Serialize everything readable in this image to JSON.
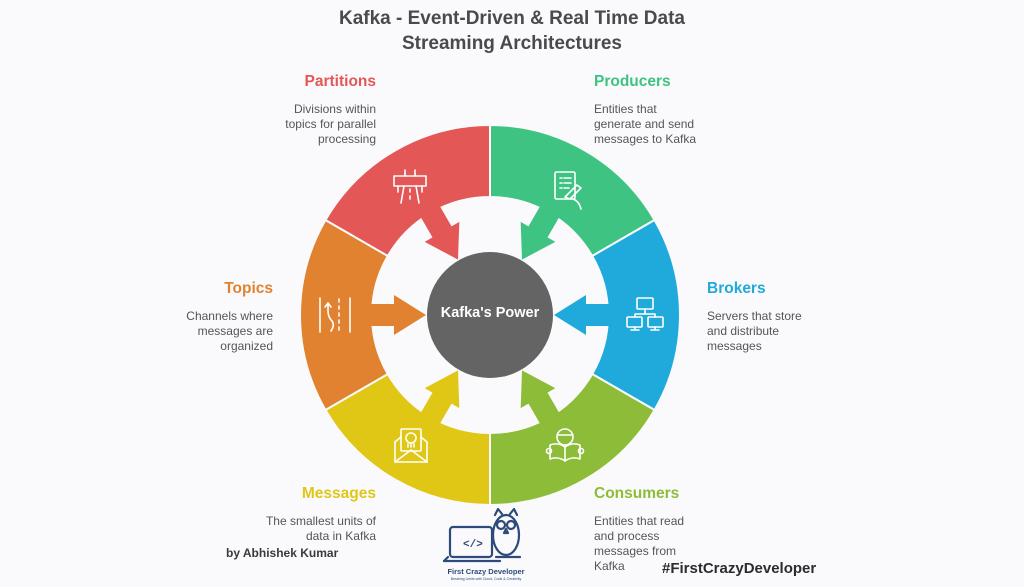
{
  "title": {
    "line1": "Kafka - Event-Driven & Real Time Data",
    "line2": "Streaming Architectures"
  },
  "hub": {
    "label": "Kafka's Power",
    "color": "#646464"
  },
  "segments": [
    {
      "id": "producers",
      "title": "Producers",
      "color": "#3ec383",
      "description": [
        "Entities that",
        "generate and send",
        "messages to Kafka"
      ],
      "icon": "document-signature-icon"
    },
    {
      "id": "brokers",
      "title": "Brokers",
      "color": "#1faadb",
      "description": [
        "Servers that store",
        "and distribute",
        "messages"
      ],
      "icon": "network-computers-icon"
    },
    {
      "id": "consumers",
      "title": "Consumers",
      "color": "#8dbd38",
      "description": [
        "Entities that read",
        "and process",
        "messages from",
        "Kafka"
      ],
      "icon": "person-reading-icon"
    },
    {
      "id": "messages",
      "title": "Messages",
      "color": "#e0c716",
      "description": [
        "The smallest units of",
        "data in Kafka"
      ],
      "icon": "envelope-letter-icon"
    },
    {
      "id": "topics",
      "title": "Topics",
      "color": "#e0822f",
      "description": [
        "Channels where",
        "messages are",
        "organized"
      ],
      "icon": "road-lanes-icon"
    },
    {
      "id": "partitions",
      "title": "Partitions",
      "color": "#e45757",
      "description": [
        "Divisions within",
        "topics for parallel",
        "processing"
      ],
      "icon": "highway-overpass-icon"
    }
  ],
  "author": "by Abhishek Kumar",
  "hashtag": "#FirstCrazyDeveloper",
  "logo": {
    "title": "First Crazy Developer",
    "subtitle": "Breaking Limits with Cloud, Code & Creativity",
    "icon": "owl-laptop-logo-icon"
  }
}
